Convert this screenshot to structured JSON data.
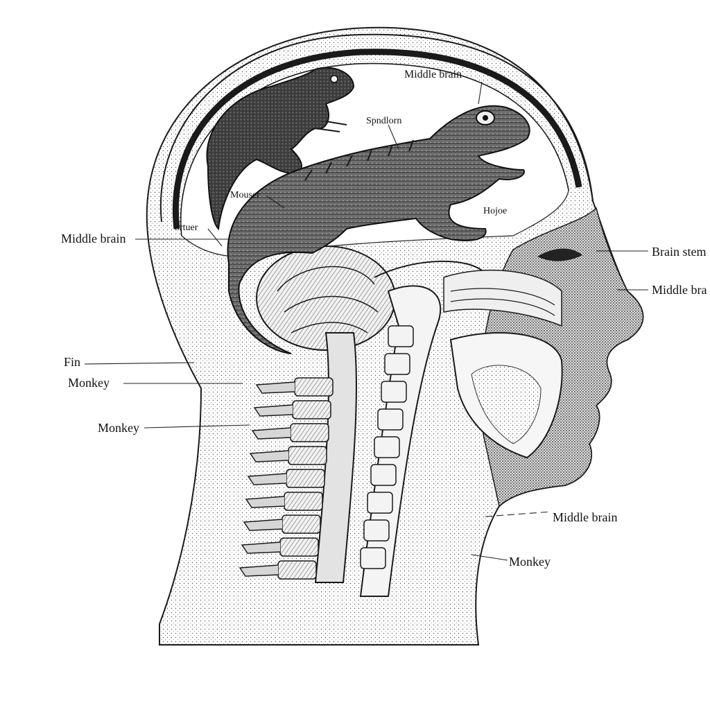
{
  "labels": {
    "middle_brain_top": "Middle brain",
    "spindle_top": "Spndlorn",
    "mouser": "Mouser",
    "cortex": "ortuer",
    "hojoe": "Hojoe",
    "middle_brain_left": "Middle brain",
    "brain_stem": "Brain stem",
    "middle_brain_right": "Middle bra",
    "fin": "Fin",
    "monkey_1": "Monkey",
    "monkey_2": "Monkey",
    "middle_brain_bottom": "Middle brain",
    "monkey_3": "Monkey"
  }
}
